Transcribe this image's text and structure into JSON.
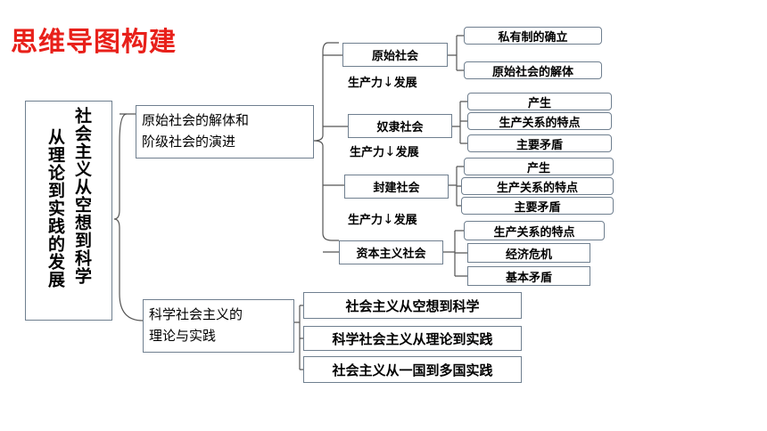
{
  "title": "思维导图构建",
  "root": {
    "col1": "社会主义从空想到科学",
    "col2": "从理论到实践的发展"
  },
  "cat1": {
    "line1": "原始社会的解体和",
    "line2": "阶级社会的演进"
  },
  "cat2": {
    "line1": "科学社会主义的",
    "line2": "理论与实践"
  },
  "societies": [
    {
      "name": "原始社会",
      "items": [
        "私有制的确立",
        "原始社会的解体"
      ]
    },
    {
      "name": "奴隶社会",
      "items": [
        "产生",
        "生产关系的特点",
        "主要矛盾"
      ]
    },
    {
      "name": "封建社会",
      "items": [
        "产生",
        "生产关系的特点",
        "主要矛盾"
      ]
    },
    {
      "name": "资本主义社会",
      "items": [
        "生产关系的特点",
        "经济危机",
        "基本矛盾"
      ]
    }
  ],
  "transitions": [
    {
      "left": "生产力",
      "right": "发展"
    },
    {
      "left": "生产力",
      "right": "发展"
    },
    {
      "left": "生产力",
      "right": "发展"
    }
  ],
  "practice": [
    "社会主义从空想到科学",
    "科学社会主义从理论到实践",
    "社会主义从一国到多国实践"
  ]
}
